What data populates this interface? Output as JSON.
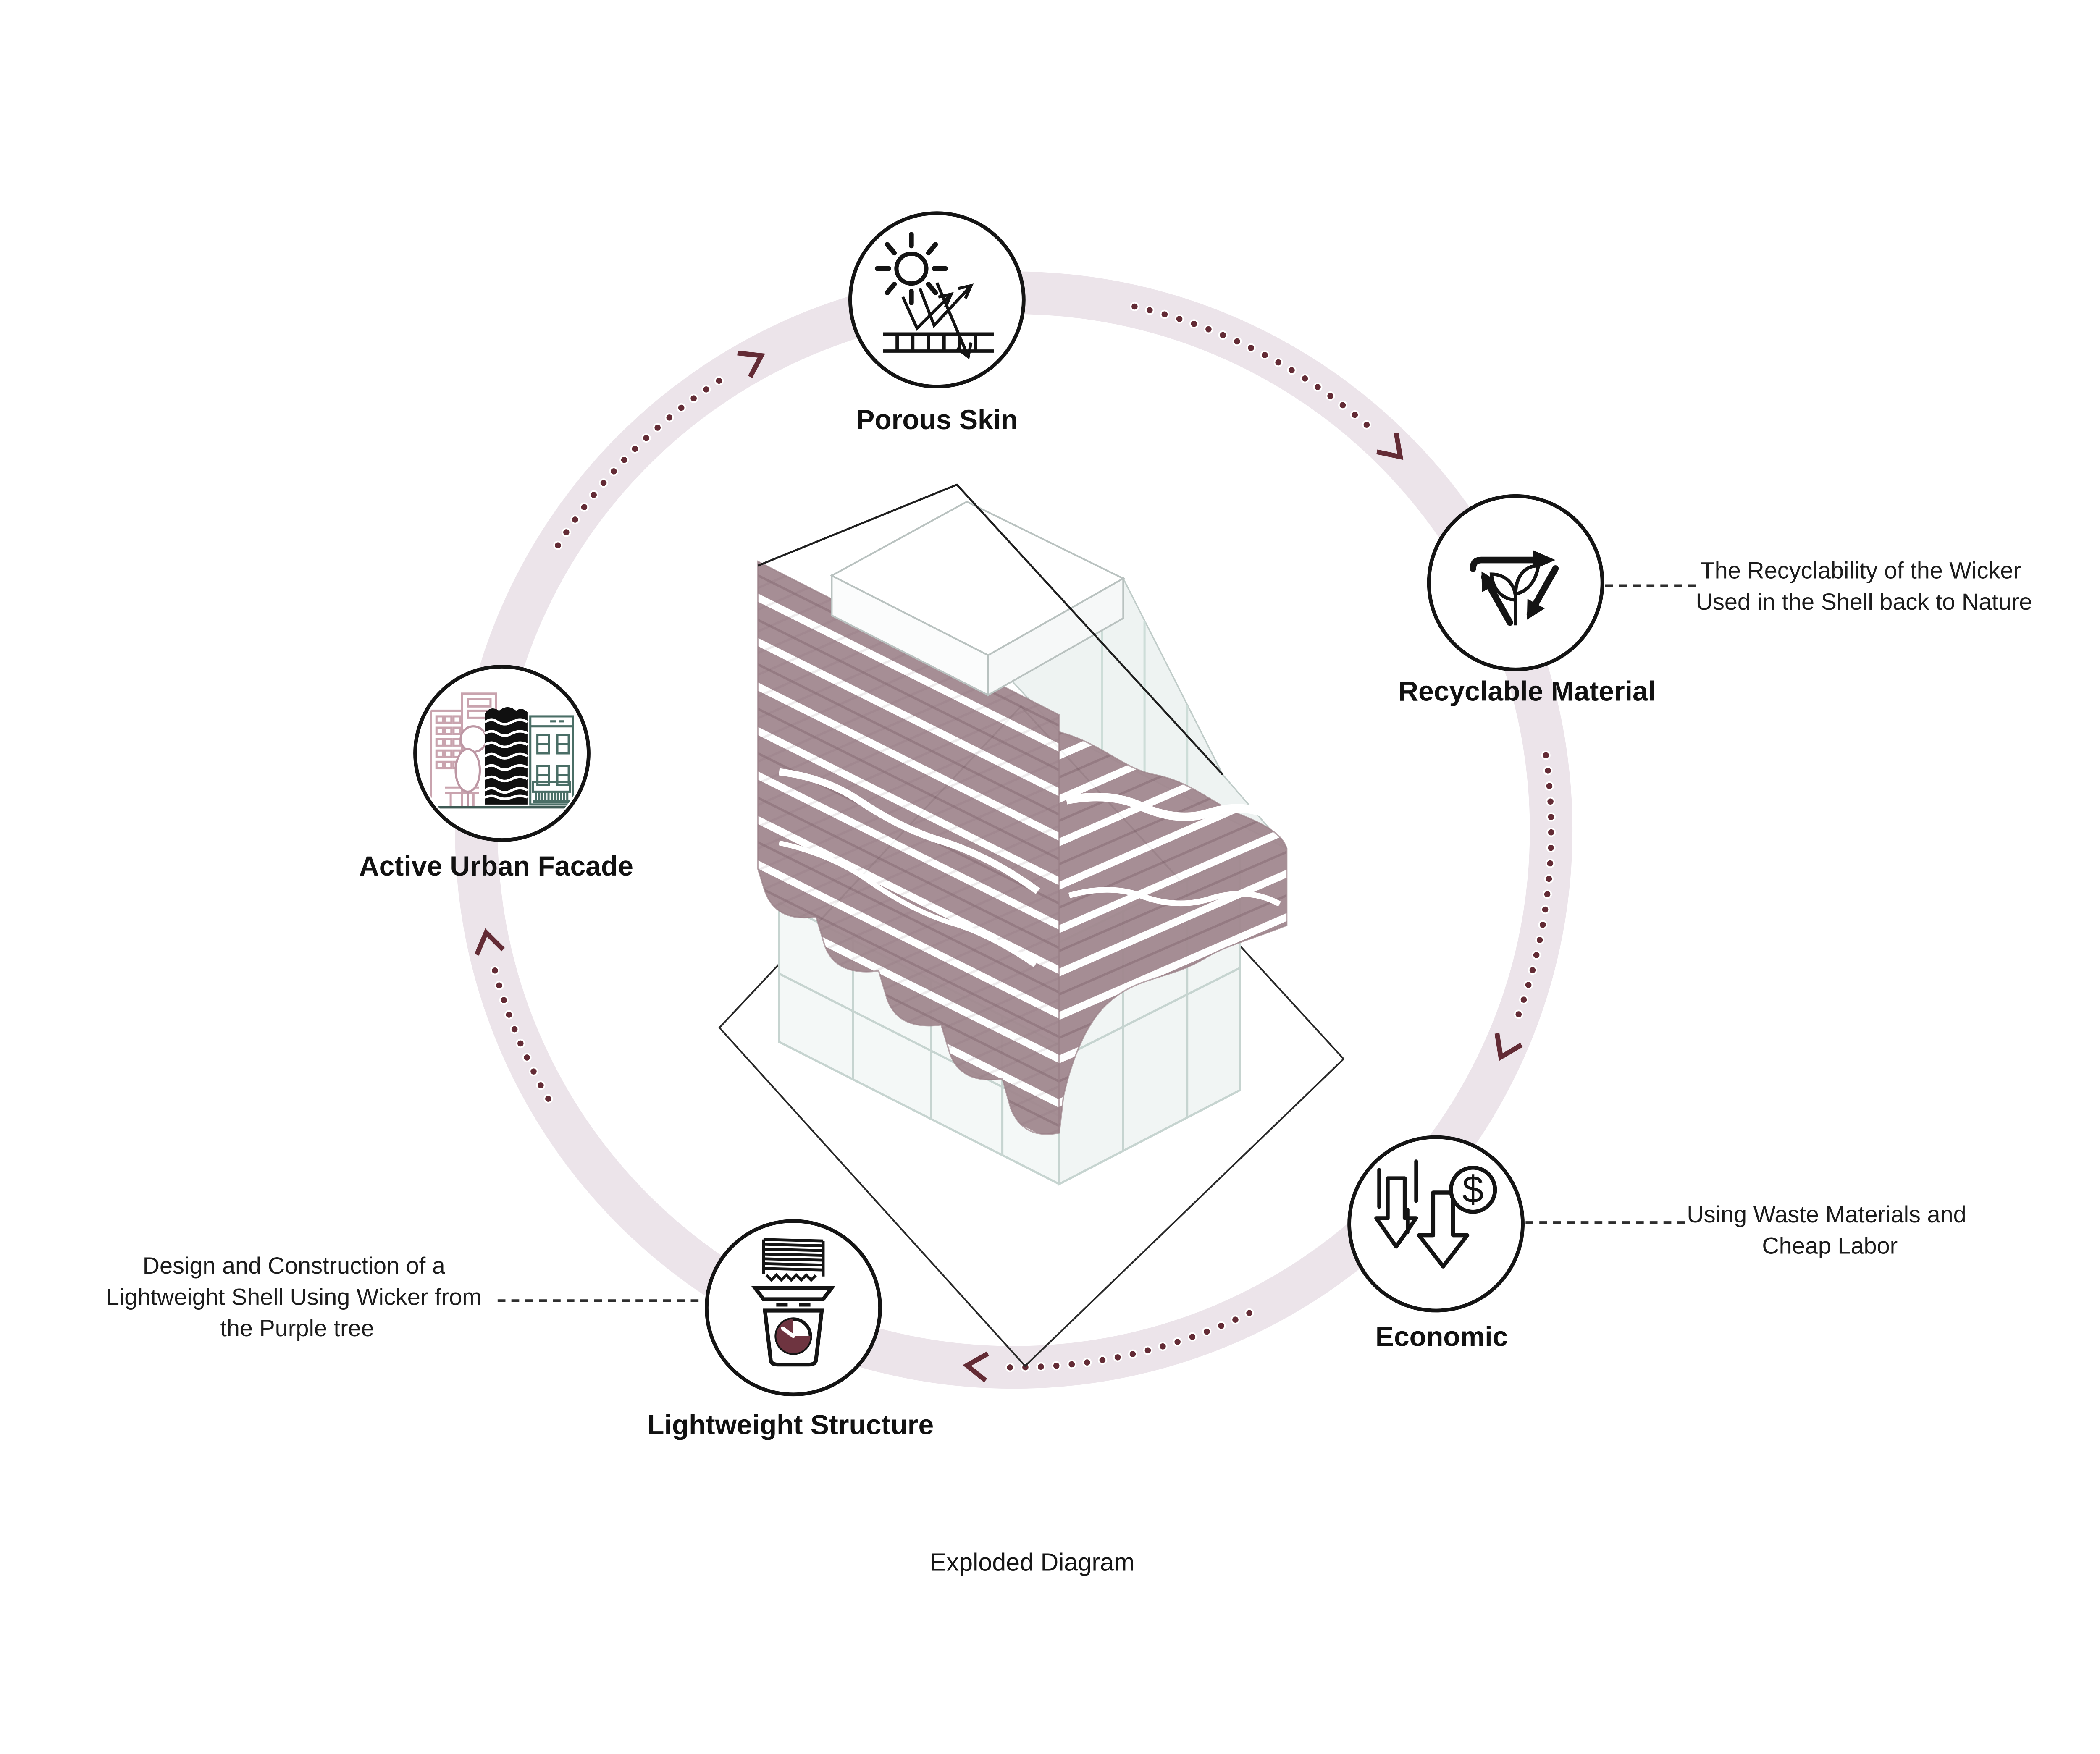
{
  "diagram": {
    "caption": "Exploded Diagram",
    "colors": {
      "ring": "#ece4ea",
      "dot": "#632b35",
      "shell": "#a1888f",
      "shell_dark": "#8f747c",
      "ink": "#141414",
      "glass_line": "#c6d4d0",
      "facade_pink": "#c9a3ae",
      "facade_teal": "#4a6e66"
    },
    "nodes": [
      {
        "id": "porous-skin",
        "label": "Porous Skin",
        "icon": "sun-reflection-icon"
      },
      {
        "id": "recyclable-material",
        "label": "Recyclable Material",
        "icon": "recycle-leaf-icon",
        "note_lines": [
          "The Recyclability of the Wicker",
          "Used in the Shell back to Nature"
        ]
      },
      {
        "id": "economic",
        "label": "Economic",
        "icon": "down-arrows-dollar-icon",
        "note_lines": [
          "Using Waste Materials and",
          "Cheap Labor"
        ]
      },
      {
        "id": "lightweight-structure",
        "label": "Lightweight Structure",
        "icon": "scale-weight-icon",
        "note_lines": [
          "Design and Construction of a",
          "Lightweight Shell Using Wicker from",
          "the Purple tree"
        ]
      },
      {
        "id": "active-urban-facade",
        "label": "Active Urban Facade",
        "icon": "street-facade-icon"
      }
    ],
    "economic_dollar": "$"
  }
}
